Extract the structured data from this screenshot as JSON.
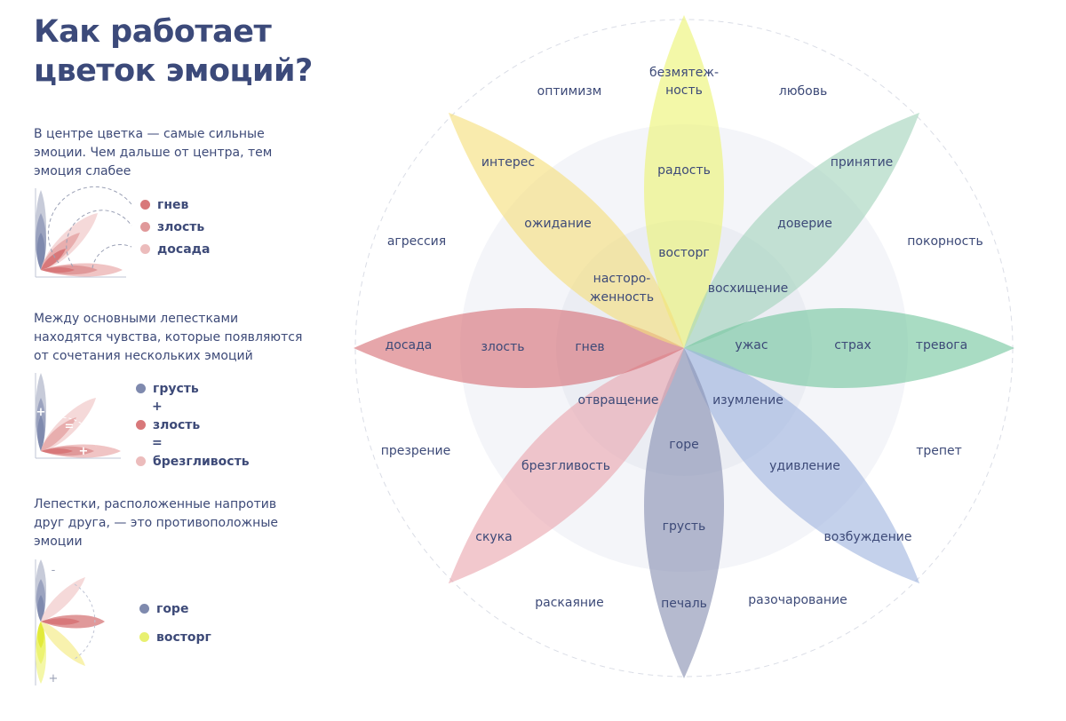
{
  "title": {
    "line1": "Как работает",
    "line2": "цветок эмоций?"
  },
  "section1": {
    "text": [
      "В центре цветка — самые сильные",
      "эмоции. Чем дальше от центра, тем",
      "эмоция слабее"
    ],
    "legend": [
      {
        "label": "гнев",
        "color": "#d8787a"
      },
      {
        "label": "злость",
        "color": "#e0999a"
      },
      {
        "label": "досада",
        "color": "#ecbcbc"
      }
    ]
  },
  "section2": {
    "text": [
      "Между основными лепестками",
      "находятся чувства, которые появляются",
      "от сочетания нескольких эмоций"
    ],
    "legend": [
      {
        "label": "грусть",
        "color": "#7f8aae"
      },
      {
        "label": "злость",
        "color": "#d8787a"
      },
      {
        "label": "брезгливость",
        "color": "#ecbcbc"
      }
    ],
    "plus": "+",
    "equals": "=",
    "mini_plus": "+",
    "mini_equals": "="
  },
  "section3": {
    "text": [
      "Лепестки, расположенные напротив",
      "друг друга, — это противоположные",
      "эмоции"
    ],
    "legend": [
      {
        "label": "горе",
        "color": "#7f8aae"
      },
      {
        "label": "восторг",
        "color": "#e8f070"
      }
    ],
    "minus": "-",
    "plus": "+"
  },
  "flower": {
    "petals": [
      {
        "emotion": "joy",
        "color": "#ecf372",
        "labels": [
          "безмятеж-",
          "ность",
          "радость",
          "восторг"
        ]
      },
      {
        "emotion": "trust",
        "color": "#a3d4bb",
        "labels": [
          "принятие",
          "доверие",
          "восхищение"
        ]
      },
      {
        "emotion": "fear",
        "color": "#75c79e",
        "labels": [
          "тревога",
          "страх",
          "ужас"
        ]
      },
      {
        "emotion": "surprise",
        "color": "#9fb4de",
        "labels": [
          "возбуждение",
          "удивление",
          "изумление"
        ]
      },
      {
        "emotion": "sadness",
        "color": "#8890b2",
        "labels": [
          "печаль",
          "грусть",
          "горе"
        ]
      },
      {
        "emotion": "disgust",
        "color": "#eaa7ae",
        "labels": [
          "скука",
          "брезгливость",
          "отвращение"
        ]
      },
      {
        "emotion": "anger",
        "color": "#d76f76",
        "labels": [
          "досада",
          "злость",
          "гнев"
        ]
      },
      {
        "emotion": "anticipation",
        "color": "#f6df7b",
        "labels": [
          "интерес",
          "ожидание",
          "насторо-",
          "женность"
        ]
      }
    ],
    "dyads": [
      "любовь",
      "покорность",
      "трепет",
      "разочарование",
      "раскаяние",
      "презрение",
      "агрессия",
      "оптимизм"
    ]
  }
}
